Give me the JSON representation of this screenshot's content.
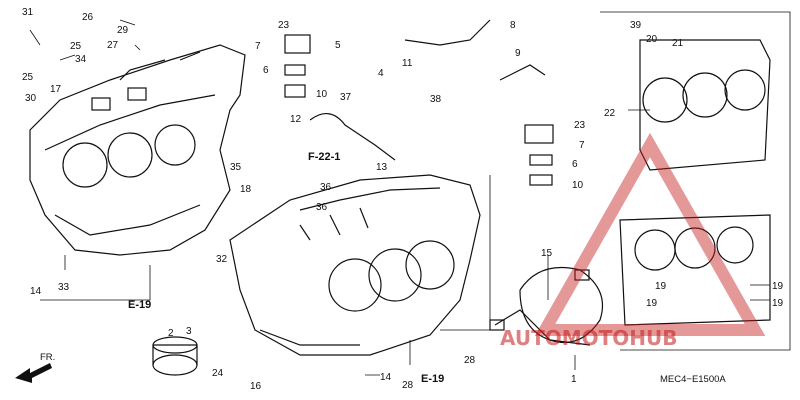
{
  "diagram": {
    "callouts": [
      {
        "id": "c31a",
        "text": "31"
      },
      {
        "id": "c26",
        "text": "26"
      },
      {
        "id": "c29",
        "text": "29"
      },
      {
        "id": "c27",
        "text": "27"
      },
      {
        "id": "c25a",
        "text": "25"
      },
      {
        "id": "c25b",
        "text": "25"
      },
      {
        "id": "c34",
        "text": "34"
      },
      {
        "id": "c17",
        "text": "17"
      },
      {
        "id": "c30",
        "text": "30"
      },
      {
        "id": "c23a",
        "text": "23"
      },
      {
        "id": "c7a",
        "text": "7"
      },
      {
        "id": "c6a",
        "text": "6"
      },
      {
        "id": "c10a",
        "text": "10"
      },
      {
        "id": "c12",
        "text": "12"
      },
      {
        "id": "c5a",
        "text": "5"
      },
      {
        "id": "c37a",
        "text": "37"
      },
      {
        "id": "c8",
        "text": "8"
      },
      {
        "id": "c9",
        "text": "9"
      },
      {
        "id": "c11",
        "text": "11"
      },
      {
        "id": "c4a",
        "text": "4"
      },
      {
        "id": "c38",
        "text": "38"
      },
      {
        "id": "c13",
        "text": "13"
      },
      {
        "id": "c35",
        "text": "35"
      },
      {
        "id": "c18",
        "text": "18"
      },
      {
        "id": "c36a",
        "text": "36"
      },
      {
        "id": "c36b",
        "text": "36"
      },
      {
        "id": "c32",
        "text": "32"
      },
      {
        "id": "c14a",
        "text": "14"
      },
      {
        "id": "c33",
        "text": "33"
      },
      {
        "id": "c2",
        "text": "2"
      },
      {
        "id": "c3",
        "text": "3"
      },
      {
        "id": "c24",
        "text": "24"
      },
      {
        "id": "c16",
        "text": "16"
      },
      {
        "id": "c14b",
        "text": "14"
      },
      {
        "id": "c28a",
        "text": "28"
      },
      {
        "id": "c28b",
        "text": "28"
      },
      {
        "id": "c1",
        "text": "1"
      },
      {
        "id": "c15",
        "text": "15"
      },
      {
        "id": "c23b",
        "text": "23"
      },
      {
        "id": "c7b",
        "text": "7"
      },
      {
        "id": "c6b",
        "text": "6"
      },
      {
        "id": "c10b",
        "text": "10"
      },
      {
        "id": "c22",
        "text": "22"
      },
      {
        "id": "c20",
        "text": "20"
      },
      {
        "id": "c39a",
        "text": "39"
      },
      {
        "id": "c21a",
        "text": "21"
      },
      {
        "id": "c19a",
        "text": "19"
      },
      {
        "id": "c19b",
        "text": "19"
      },
      {
        "id": "c19c",
        "text": "19"
      },
      {
        "id": "c19d",
        "text": "19"
      }
    ],
    "refs": {
      "e19a": "E-19",
      "e19b": "E-19",
      "f22": "F-22-1"
    },
    "fr_label": "FR.",
    "code": "MEC4−E1500A",
    "watermark": "AUTOMOTOHUB"
  }
}
